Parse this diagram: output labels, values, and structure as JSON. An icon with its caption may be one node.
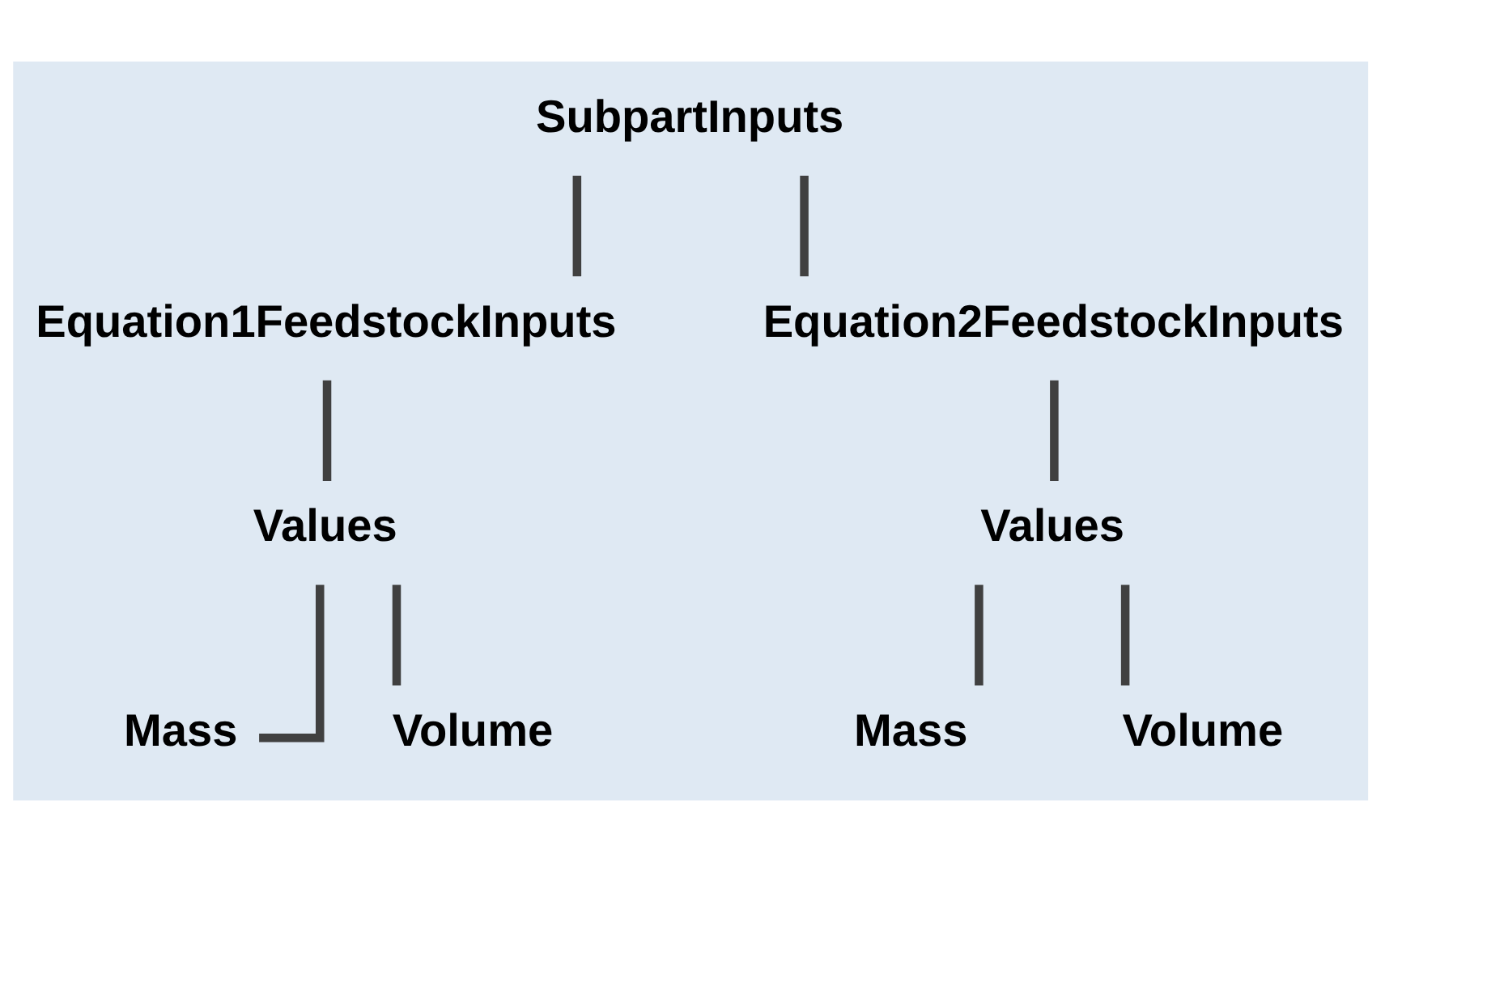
{
  "diagram": {
    "nodes": [
      {
        "text": [
          "SubpartInputs"
        ]
      },
      {
        "text": [
          "Equation1FeedstockInputs"
        ]
      },
      {
        "text": [
          "Equation2FeedstockInputs"
        ]
      },
      {
        "text": [
          "Values"
        ]
      },
      {
        "text": [
          "Values"
        ]
      },
      {
        "text": [
          "Mass"
        ]
      },
      {
        "text": [
          "Volume"
        ]
      },
      {
        "text": [
          "Mass"
        ]
      },
      {
        "text": [
          "Volume"
        ]
      }
    ],
    "edges": [
      {
        "from": 0,
        "to": 1,
        "arrow": "none"
      },
      {
        "from": 0,
        "to": 2,
        "arrow": "none"
      },
      {
        "from": 1,
        "to": 3,
        "arrow": "none"
      },
      {
        "from": 2,
        "to": 4,
        "arrow": "none"
      },
      {
        "from": 3,
        "to": 5,
        "arrow": "none"
      },
      {
        "from": 3,
        "to": 6,
        "arrow": "none"
      },
      {
        "from": 4,
        "to": 7,
        "arrow": "none"
      },
      {
        "from": 4,
        "to": 8,
        "arrow": "none"
      }
    ]
  }
}
